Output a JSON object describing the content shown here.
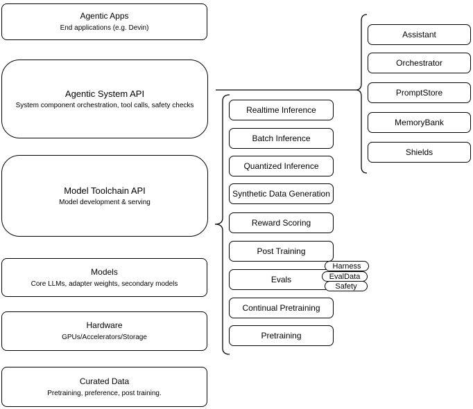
{
  "diagram": {
    "left_stack": [
      {
        "title": "Agentic Apps",
        "subtitle": "End applications (e.g. Devin)"
      },
      {
        "title": "Agentic System API",
        "subtitle": "System component orchestration, tool calls, safety checks"
      },
      {
        "title": "Model Toolchain API",
        "subtitle": "Model development & serving"
      },
      {
        "title": "Models",
        "subtitle": "Core LLMs, adapter weights, secondary models"
      },
      {
        "title": "Hardware",
        "subtitle": "GPUs/Accelerators/Storage"
      },
      {
        "title": "Curated Data",
        "subtitle": "Pretraining, preference, post training."
      }
    ],
    "middle_stack": [
      "Realtime Inference",
      "Batch Inference",
      "Quantized Inference",
      "Synthetic Data Generation",
      "Reward Scoring",
      "Post Training",
      "Evals",
      "Continual Pretraining",
      "Pretraining"
    ],
    "evals_tags": [
      "Harness",
      "EvalData",
      "Safety"
    ],
    "right_stack": [
      "Assistant",
      "Orchestrator",
      "PromptStore",
      "MemoryBank",
      "Shields"
    ],
    "colors": {
      "stroke": "#000000",
      "fill": "#ffffff",
      "text": "#000000"
    }
  }
}
